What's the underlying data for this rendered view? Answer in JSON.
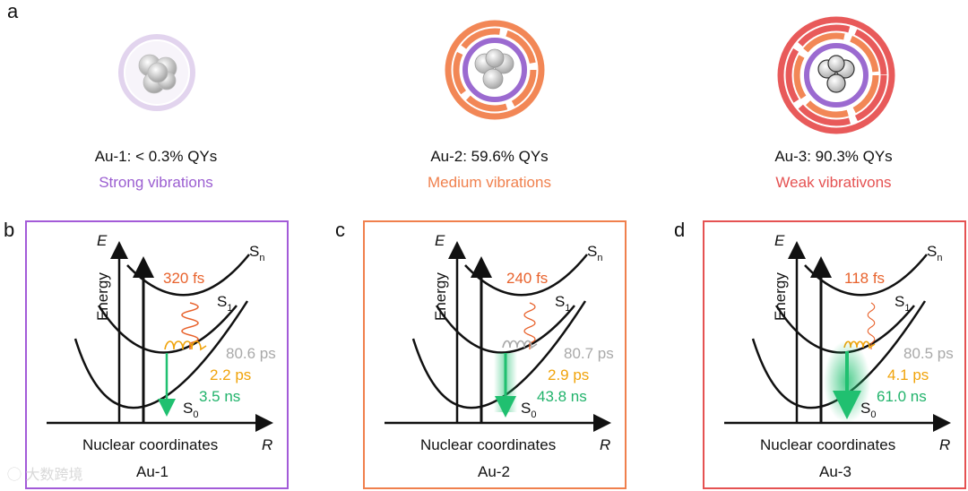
{
  "panel_a": {
    "letter": "a",
    "clusters": [
      {
        "title": "Au-1: < 0.3% QYs",
        "vibration": "Strong vibrations",
        "color": "#9b5ed1"
      },
      {
        "title": "Au-2: 59.6% QYs",
        "vibration": "Medium vibrations",
        "color": "#f0804d"
      },
      {
        "title": "Au-3: 90.3% QYs",
        "vibration": "Weak vibrativons",
        "color": "#e55252"
      }
    ]
  },
  "diagrams": [
    {
      "letter": "b",
      "name": "Au-1",
      "frame_color": "#a35bd8",
      "ic_time": "320 fs",
      "s1_time": "80.6 ps",
      "vib_time": "2.2 ps",
      "emission_time": "3.5 ns"
    },
    {
      "letter": "c",
      "name": "Au-2",
      "frame_color": "#f0804d",
      "ic_time": "240 fs",
      "s1_time": "80.7 ps",
      "vib_time": "2.9 ps",
      "emission_time": "43.8 ns"
    },
    {
      "letter": "d",
      "name": "Au-3",
      "frame_color": "#e55252",
      "ic_time": "118 fs",
      "s1_time": "80.5 ps",
      "vib_time": "4.1 ps",
      "emission_time": "61.0 ns"
    }
  ],
  "axes": {
    "y_label": "Energy",
    "y_symbol": "E",
    "x_label": "Nuclear coordinates",
    "x_symbol": "R",
    "state_s": "S",
    "state_n": "n",
    "state_1": "1",
    "state_0": "0"
  },
  "colors": {
    "ic_label": "#e8622c",
    "s1_label": "#a9a9a9",
    "vib_label": "#f0a30a",
    "emission_label": "#21b36b",
    "emission_arrow": "#20c070"
  },
  "watermark": "大数跨境"
}
